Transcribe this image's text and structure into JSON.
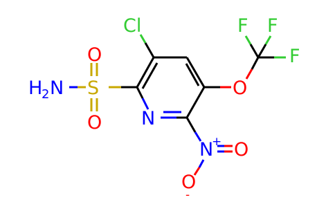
{
  "molecule": {
    "atoms": {
      "cl": "Cl",
      "n_ring": "N",
      "s": "S",
      "o_s_top": "O",
      "o_s_bottom": "O",
      "n_amine": "H",
      "n_amine_sub": "2",
      "n_amine_n": "N",
      "o_ether": "O",
      "f1": "F",
      "f2": "F",
      "f3": "F",
      "n_nitro": "N",
      "n_nitro_charge": "+",
      "o_nitro_double": "O",
      "o_nitro_single": "O",
      "o_nitro_charge": "-"
    },
    "colors": {
      "carbon_bond": "#000000",
      "chlorine": "#33cc33",
      "nitrogen": "#0000ff",
      "oxygen": "#ff0000",
      "sulfur": "#c8a800",
      "fluorine": "#33cc33"
    }
  }
}
